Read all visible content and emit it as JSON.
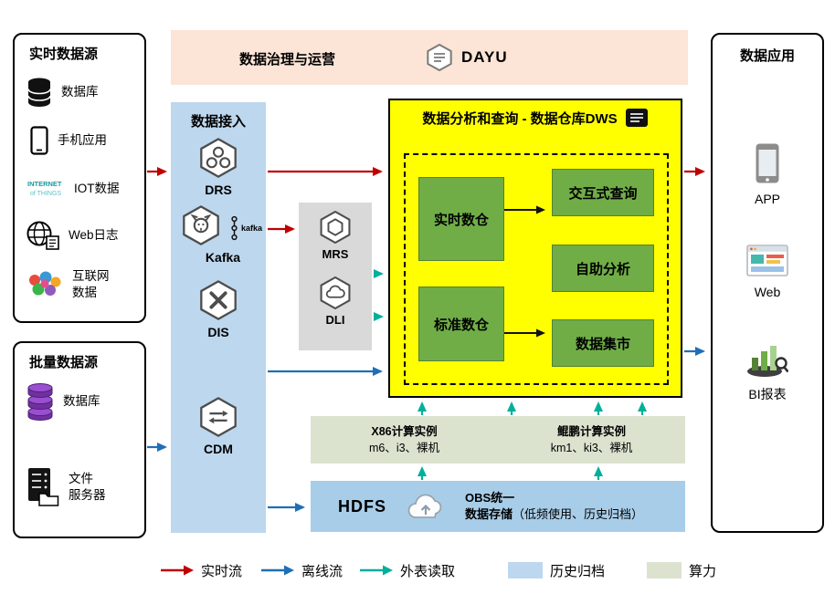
{
  "colors": {
    "realtime_flow": "#c00000",
    "offline_flow": "#1f6fb5",
    "external_read": "#00b09b",
    "history_archive": "#bdd7ee",
    "compute_power": "#dbe2ce",
    "governance_bg": "#fce4d6",
    "ingest_bg": "#bdd7ee",
    "dws_bg": "#ffff00",
    "warehouse_green": "#70ad47"
  },
  "realtime_sources": {
    "title": "实时数据源",
    "iot_logo": [
      "INTERNET",
      "of THINGS"
    ],
    "items": [
      {
        "label": "数据库"
      },
      {
        "label": "手机应用"
      },
      {
        "label": "IOT数据"
      },
      {
        "label": "Web日志"
      },
      {
        "label": "互联网\n数据"
      }
    ]
  },
  "batch_sources": {
    "title": "批量数据源",
    "items": [
      {
        "label": "数据库"
      },
      {
        "label": "文件\n服务器"
      }
    ]
  },
  "governance": {
    "title": "数据治理与运营",
    "logo": "DAYU"
  },
  "ingest": {
    "title": "数据接入",
    "items": [
      {
        "label": "DRS"
      },
      {
        "label": "Kafka",
        "logo_text": "kafka"
      },
      {
        "label": "DIS"
      },
      {
        "label": "CDM"
      }
    ]
  },
  "processing": {
    "items": [
      {
        "label": "MRS"
      },
      {
        "label": "DLI"
      }
    ]
  },
  "dws": {
    "title": "数据分析和查询 - 数据仓库DWS",
    "warehouses": [
      {
        "label": "实时数仓"
      },
      {
        "label": "标准数仓"
      }
    ],
    "services": [
      {
        "label": "交互式查询"
      },
      {
        "label": "自助分析"
      },
      {
        "label": "数据集市"
      }
    ]
  },
  "compute": {
    "groups": [
      {
        "name": "X86计算实例",
        "detail": "m6、i3、裸机"
      },
      {
        "name": "鲲鹏计算实例",
        "detail": "km1、ki3、裸机"
      }
    ]
  },
  "storage": {
    "hdfs": "HDFS",
    "obs_line1": "OBS统一",
    "obs_line2_bold": "数据存储",
    "obs_line2_note": "（低频使用、历史归档）"
  },
  "applications": {
    "title": "数据应用",
    "items": [
      {
        "label": "APP"
      },
      {
        "label": "Web"
      },
      {
        "label": "BI报表"
      }
    ]
  },
  "legend": {
    "items": [
      {
        "label": "实时流",
        "style": "arrow",
        "color": "#c00000"
      },
      {
        "label": "离线流",
        "style": "arrow",
        "color": "#1f6fb5"
      },
      {
        "label": "外表读取",
        "style": "arrow",
        "color": "#00b09b"
      },
      {
        "label": "历史归档",
        "style": "swatch",
        "color": "#bdd7ee"
      },
      {
        "label": "算力",
        "style": "swatch",
        "color": "#dbe2ce"
      }
    ]
  }
}
